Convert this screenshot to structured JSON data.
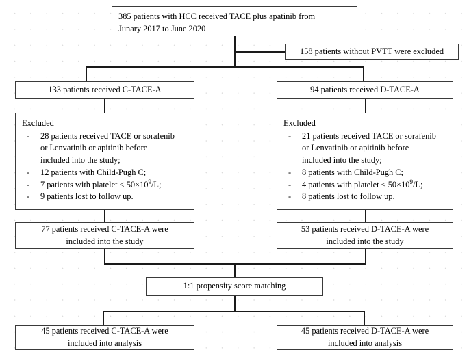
{
  "diagram": {
    "title": "Patient selection flow diagram for TACE plus apatinib study",
    "type": "flowchart",
    "line_color": "#1a1a1a",
    "box_border_color": "#3a3a3a",
    "background_color": "#ffffff"
  },
  "nodes": {
    "enrollment": {
      "line1": "385 patients with HCC received TACE plus apatinib from",
      "line2": "Junary 2017 to June 2020"
    },
    "excluded_no_pvtt": {
      "label": "158 patients without PVTT were excluded"
    },
    "arm_left": {
      "label": "133 patients received C-TACE-A"
    },
    "arm_right": {
      "label": "94 patients received D-TACE-A"
    },
    "excluded_left": {
      "title": "Excluded",
      "bullet_marker": "-",
      "items": [
        {
          "line1": "28 patients received TACE or sorafenib",
          "line2": "or Lenvatinib or apitinib before",
          "line3": "included into the study;"
        },
        {
          "line1": "12 patients with Child-Pugh C;"
        },
        {
          "pre": "7 patients with platelet < 50×10",
          "sup": "9",
          "post": "/L;"
        },
        {
          "line1": "9 patients lost to follow up."
        }
      ]
    },
    "excluded_right": {
      "title": "Excluded",
      "bullet_marker": "-",
      "items": [
        {
          "line1": "21 patients received TACE or sorafenib",
          "line2": "or Lenvatinib or apitinib before",
          "line3": "included into the study;"
        },
        {
          "line1": "8 patients with Child-Pugh C;"
        },
        {
          "pre": "4 patients with platelet < 50×10",
          "sup": "9",
          "post": "/L;"
        },
        {
          "line1": "8 patients lost to follow up."
        }
      ]
    },
    "included_left": {
      "line1": "77 patients received C-TACE-A were",
      "line2": "included into the study"
    },
    "included_right": {
      "line1": "53 patients received D-TACE-A were",
      "line2": "included into the study"
    },
    "matching": {
      "label": "1:1 propensity score matching"
    },
    "analysis_left": {
      "line1": "45 patients received C-TACE-A were",
      "line2": "included into analysis"
    },
    "analysis_right": {
      "line1": "45 patients received D-TACE-A were",
      "line2": "included into analysis"
    }
  }
}
